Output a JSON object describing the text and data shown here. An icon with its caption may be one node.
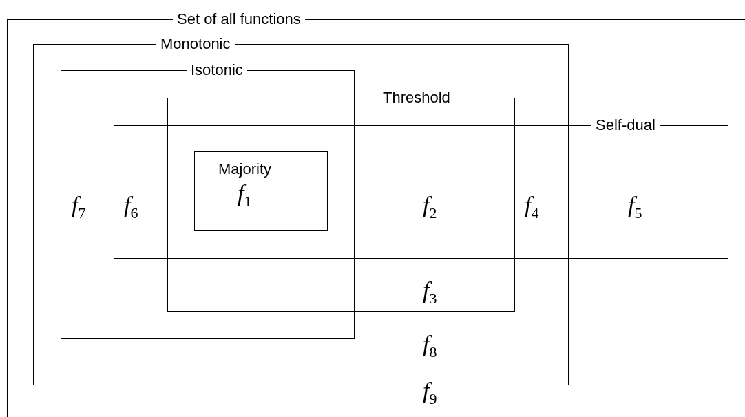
{
  "diagram": {
    "nodes": [
      {
        "text": [
          "Set of all functions"
        ]
      },
      {
        "text": [
          "Monotonic"
        ],
        "in": 0
      },
      {
        "text": [
          "Isotonic"
        ],
        "in": 1
      },
      {
        "text": [
          "Threshold"
        ],
        "in": 1
      },
      {
        "text": [
          "Self-dual"
        ],
        "in": 0
      },
      {
        "text": [
          "Majority",
          "f$_{1}$"
        ]
      }
    ],
    "edges": [],
    "labels": [
      "f$_{7}$",
      "f$_{6}$",
      "f$_{2}$",
      "f$_{4}$",
      "f$_{5}$",
      "f$_{3}$",
      "f$_{8}$",
      "f$_{9}$"
    ]
  }
}
